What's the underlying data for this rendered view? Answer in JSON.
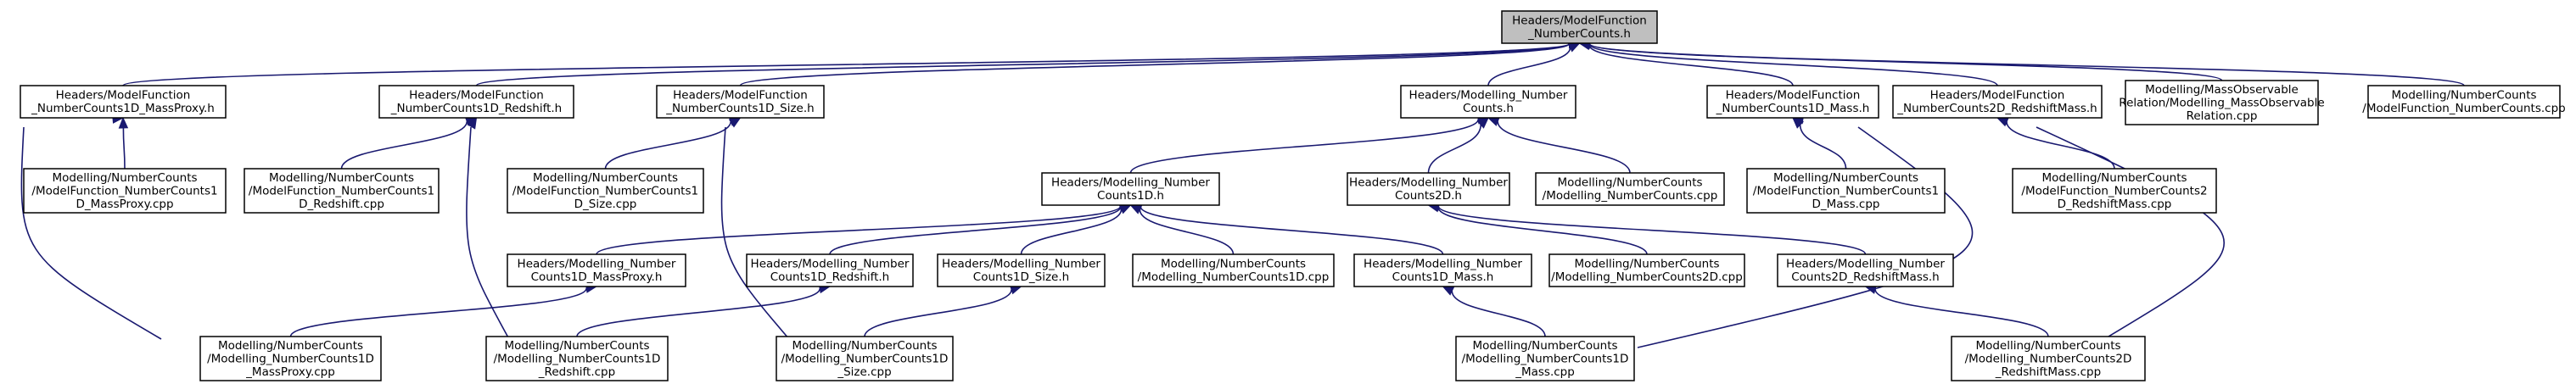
{
  "graph": {
    "nodes": [
      {
        "id": "root",
        "lines": [
          "Headers/ModelFunction",
          "_NumberCounts.h"
        ],
        "root": true
      },
      {
        "id": "mfMassProxyH",
        "lines": [
          "Headers/ModelFunction",
          "_NumberCounts1D_MassProxy.h"
        ]
      },
      {
        "id": "mfRedshiftH",
        "lines": [
          "Headers/ModelFunction",
          "_NumberCounts1D_Redshift.h"
        ]
      },
      {
        "id": "mfSizeH",
        "lines": [
          "Headers/ModelFunction",
          "_NumberCounts1D_Size.h"
        ]
      },
      {
        "id": "mnCountsH",
        "lines": [
          "Headers/Modelling_Number",
          "Counts.h"
        ]
      },
      {
        "id": "mfMassH",
        "lines": [
          "Headers/ModelFunction",
          "_NumberCounts1D_Mass.h"
        ]
      },
      {
        "id": "mf2DRsMassH",
        "lines": [
          "Headers/ModelFunction",
          "_NumberCounts2D_RedshiftMass.h"
        ]
      },
      {
        "id": "massObsCpp",
        "lines": [
          "Modelling/MassObservable",
          "Relation/Modelling_MassObservable",
          "Relation.cpp"
        ]
      },
      {
        "id": "mfNcCpp",
        "lines": [
          "Modelling/NumberCounts",
          "/ModelFunction_NumberCounts.cpp"
        ]
      },
      {
        "id": "mfMassProxyCpp",
        "lines": [
          "Modelling/NumberCounts",
          "/ModelFunction_NumberCounts1",
          "D_MassProxy.cpp"
        ]
      },
      {
        "id": "mfRedshiftCpp",
        "lines": [
          "Modelling/NumberCounts",
          "/ModelFunction_NumberCounts1",
          "D_Redshift.cpp"
        ]
      },
      {
        "id": "mfSizeCpp",
        "lines": [
          "Modelling/NumberCounts",
          "/ModelFunction_NumberCounts1",
          "D_Size.cpp"
        ]
      },
      {
        "id": "mn1DH",
        "lines": [
          "Headers/Modelling_Number",
          "Counts1D.h"
        ]
      },
      {
        "id": "mn2DH",
        "lines": [
          "Headers/Modelling_Number",
          "Counts2D.h"
        ]
      },
      {
        "id": "mnCountsCpp",
        "lines": [
          "Modelling/NumberCounts",
          "/Modelling_NumberCounts.cpp"
        ]
      },
      {
        "id": "mfMassCpp",
        "lines": [
          "Modelling/NumberCounts",
          "/ModelFunction_NumberCounts1",
          "D_Mass.cpp"
        ]
      },
      {
        "id": "mf2DRsMassCpp",
        "lines": [
          "Modelling/NumberCounts",
          "/ModelFunction_NumberCounts2",
          "D_RedshiftMass.cpp"
        ]
      },
      {
        "id": "mn1DMassProxyH",
        "lines": [
          "Headers/Modelling_Number",
          "Counts1D_MassProxy.h"
        ]
      },
      {
        "id": "mn1DRedshiftH",
        "lines": [
          "Headers/Modelling_Number",
          "Counts1D_Redshift.h"
        ]
      },
      {
        "id": "mn1DSizeH",
        "lines": [
          "Headers/Modelling_Number",
          "Counts1D_Size.h"
        ]
      },
      {
        "id": "mn1DCpp",
        "lines": [
          "Modelling/NumberCounts",
          "/Modelling_NumberCounts1D.cpp"
        ]
      },
      {
        "id": "mn1DMassH",
        "lines": [
          "Headers/Modelling_Number",
          "Counts1D_Mass.h"
        ]
      },
      {
        "id": "mn2DCpp",
        "lines": [
          "Modelling/NumberCounts",
          "/Modelling_NumberCounts2D.cpp"
        ]
      },
      {
        "id": "mn2DRsMassH",
        "lines": [
          "Headers/Modelling_Number",
          "Counts2D_RedshiftMass.h"
        ]
      },
      {
        "id": "mn1DMassProxyCpp",
        "lines": [
          "Modelling/NumberCounts",
          "/Modelling_NumberCounts1D",
          "_MassProxy.cpp"
        ]
      },
      {
        "id": "mn1DRedshiftCpp",
        "lines": [
          "Modelling/NumberCounts",
          "/Modelling_NumberCounts1D",
          "_Redshift.cpp"
        ]
      },
      {
        "id": "mn1DSizeCpp",
        "lines": [
          "Modelling/NumberCounts",
          "/Modelling_NumberCounts1D",
          "_Size.cpp"
        ]
      },
      {
        "id": "mn1DMassCpp",
        "lines": [
          "Modelling/NumberCounts",
          "/Modelling_NumberCounts1D",
          "_Mass.cpp"
        ]
      },
      {
        "id": "mn2DRsMassCpp",
        "lines": [
          "Modelling/NumberCounts",
          "/Modelling_NumberCounts2D",
          "_RedshiftMass.cpp"
        ]
      }
    ],
    "edges": [
      [
        "root",
        "mfMassProxyH"
      ],
      [
        "root",
        "mfRedshiftH"
      ],
      [
        "root",
        "mfSizeH"
      ],
      [
        "root",
        "mnCountsH"
      ],
      [
        "root",
        "mfMassH"
      ],
      [
        "root",
        "mf2DRsMassH"
      ],
      [
        "root",
        "massObsCpp"
      ],
      [
        "root",
        "mfNcCpp"
      ],
      [
        "mfMassProxyH",
        "mfMassProxyCpp"
      ],
      [
        "mfMassProxyH",
        "mn1DMassProxyCpp"
      ],
      [
        "mfRedshiftH",
        "mfRedshiftCpp"
      ],
      [
        "mfRedshiftH",
        "mn1DRedshiftCpp"
      ],
      [
        "mfSizeH",
        "mfSizeCpp"
      ],
      [
        "mfSizeH",
        "mn1DSizeCpp"
      ],
      [
        "mnCountsH",
        "mn1DH"
      ],
      [
        "mnCountsH",
        "mn2DH"
      ],
      [
        "mnCountsH",
        "mnCountsCpp"
      ],
      [
        "mfMassH",
        "mfMassCpp"
      ],
      [
        "mfMassH",
        "mn1DMassCpp"
      ],
      [
        "mf2DRsMassH",
        "mf2DRsMassCpp"
      ],
      [
        "mf2DRsMassH",
        "mn2DRsMassCpp"
      ],
      [
        "mn1DH",
        "mn1DMassProxyH"
      ],
      [
        "mn1DH",
        "mn1DRedshiftH"
      ],
      [
        "mn1DH",
        "mn1DSizeH"
      ],
      [
        "mn1DH",
        "mn1DCpp"
      ],
      [
        "mn1DH",
        "mn1DMassH"
      ],
      [
        "mn2DH",
        "mn2DCpp"
      ],
      [
        "mn2DH",
        "mn2DRsMassH"
      ],
      [
        "mn1DMassProxyH",
        "mn1DMassProxyCpp"
      ],
      [
        "mn1DRedshiftH",
        "mn1DRedshiftCpp"
      ],
      [
        "mn1DSizeH",
        "mn1DSizeCpp"
      ],
      [
        "mn1DMassH",
        "mn1DMassCpp"
      ],
      [
        "mn2DRsMassH",
        "mn2DRsMassCpp"
      ]
    ]
  }
}
